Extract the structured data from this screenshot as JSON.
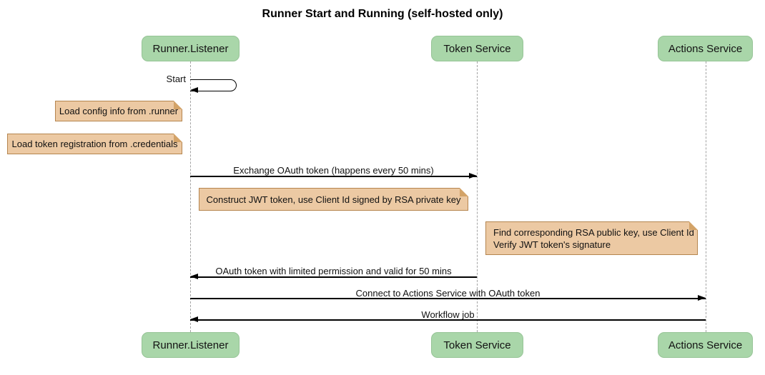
{
  "title": "Runner Start and Running (self-hosted only)",
  "participants": [
    {
      "id": "runner-listener",
      "label": "Runner.Listener"
    },
    {
      "id": "token-service",
      "label": "Token Service"
    },
    {
      "id": "actions-service",
      "label": "Actions Service"
    }
  ],
  "self_message": {
    "from": "Runner.Listener",
    "label": "Start"
  },
  "notes": [
    {
      "over": "Runner.Listener",
      "text": "Load config info from .runner"
    },
    {
      "over": "Runner.Listener",
      "text": "Load token registration from .credentials"
    },
    {
      "over": "Runner.Listener,Token Service",
      "text": "Construct JWT token, use Client Id signed by RSA private key"
    },
    {
      "over": "Token Service,Actions Service",
      "line1": "Find corresponding RSA public key, use Client Id",
      "line2": "Verify JWT token's signature"
    }
  ],
  "messages": [
    {
      "from": "Runner.Listener",
      "to": "Token Service",
      "text": "Exchange OAuth token (happens every 50 mins)"
    },
    {
      "from": "Token Service",
      "to": "Runner.Listener",
      "text": "OAuth token with limited permission and valid for 50 mins"
    },
    {
      "from": "Runner.Listener",
      "to": "Actions Service",
      "text": "Connect to Actions Service with OAuth token"
    },
    {
      "from": "Actions Service",
      "to": "Runner.Listener",
      "text": "Workflow job"
    }
  ],
  "colors": {
    "participant_fill": "#a9d6a9",
    "note_fill": "#ecc9a3",
    "note_border": "#b5854f",
    "lifeline": "#a3a3a3",
    "arrow": "#000000",
    "background": "#ffffff"
  }
}
